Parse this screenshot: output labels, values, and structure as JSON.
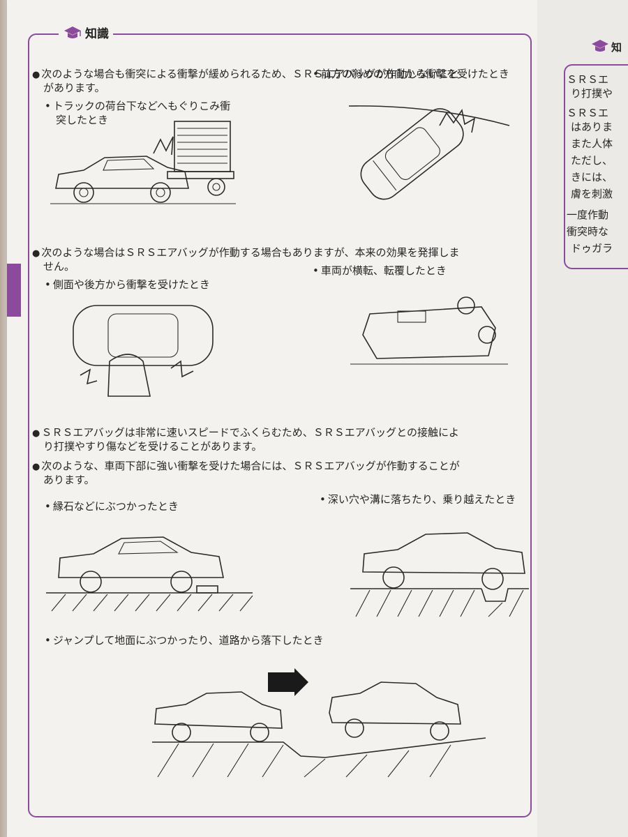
{
  "header": {
    "title": "知識"
  },
  "sections": [
    {
      "intro_line1": "次のような場合も衝突による衝撃が緩められるため、ＳＲＳエアバッグが作動しないこと",
      "intro_line2": "があります。",
      "items": [
        {
          "line1": "トラックの荷台下などへもぐりこみ衝",
          "line2": "突したとき"
        },
        {
          "line1": "前方の斜めの方向から衝撃を受けたとき"
        }
      ]
    },
    {
      "intro_line1": "次のような場合はＳＲＳエアバッグが作動する場合もありますが、本来の効果を発揮しま",
      "intro_line2": "せん。",
      "items": [
        {
          "line1": "側面や後方から衝撃を受けたとき"
        },
        {
          "line1": "車両が横転、転覆したとき"
        }
      ]
    },
    {
      "intro_line1": "ＳＲＳエアバッグは非常に速いスピードでふくらむため、ＳＲＳエアバッグとの接触によ",
      "intro_line2": "り打撲やすり傷などを受けることがあります。"
    },
    {
      "intro_line1": "次のような、車両下部に強い衝撃を受けた場合には、ＳＲＳエアバッグが作動することが",
      "intro_line2": "あります。",
      "items": [
        {
          "line1": "縁石などにぶつかったとき"
        },
        {
          "line1": "深い穴や溝に落ちたり、乗り越えたとき"
        },
        {
          "line1": "ジャンプして地面にぶつかったり、道路から落下したとき"
        }
      ]
    }
  ],
  "right_page": {
    "header": "知",
    "lines": [
      "ＳＲＳエ",
      "り打撲や",
      "ＳＲＳエ",
      "はありま",
      "また人体",
      "ただし、",
      "きには、",
      "膚を刺激",
      "一度作動",
      "衝突時な",
      "ドゥガラ"
    ]
  }
}
